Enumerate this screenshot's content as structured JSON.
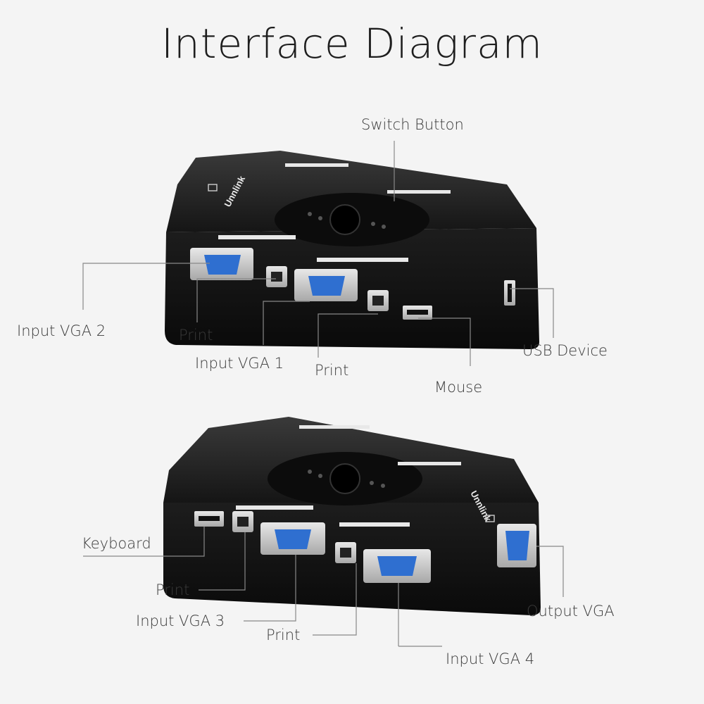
{
  "title": "Interface Diagram",
  "brand": "Unnlink",
  "top_view": {
    "labels": {
      "switch_button": "Switch Button",
      "input_vga_2": "Input VGA 2",
      "print_a": "Print",
      "input_vga_1": "Input VGA 1",
      "print_b": "Print",
      "mouse": "Mouse",
      "usb_device": "USB Device"
    }
  },
  "bottom_view": {
    "labels": {
      "keyboard": "Keyboard",
      "print_a": "Print",
      "input_vga_3": "Input VGA 3",
      "print_b": "Print",
      "input_vga_4": "Input VGA 4",
      "output_vga": "Output VGA"
    }
  },
  "colors": {
    "vga_port": "#2f6fd0",
    "body": "#161616",
    "leader_line": "#888888"
  }
}
